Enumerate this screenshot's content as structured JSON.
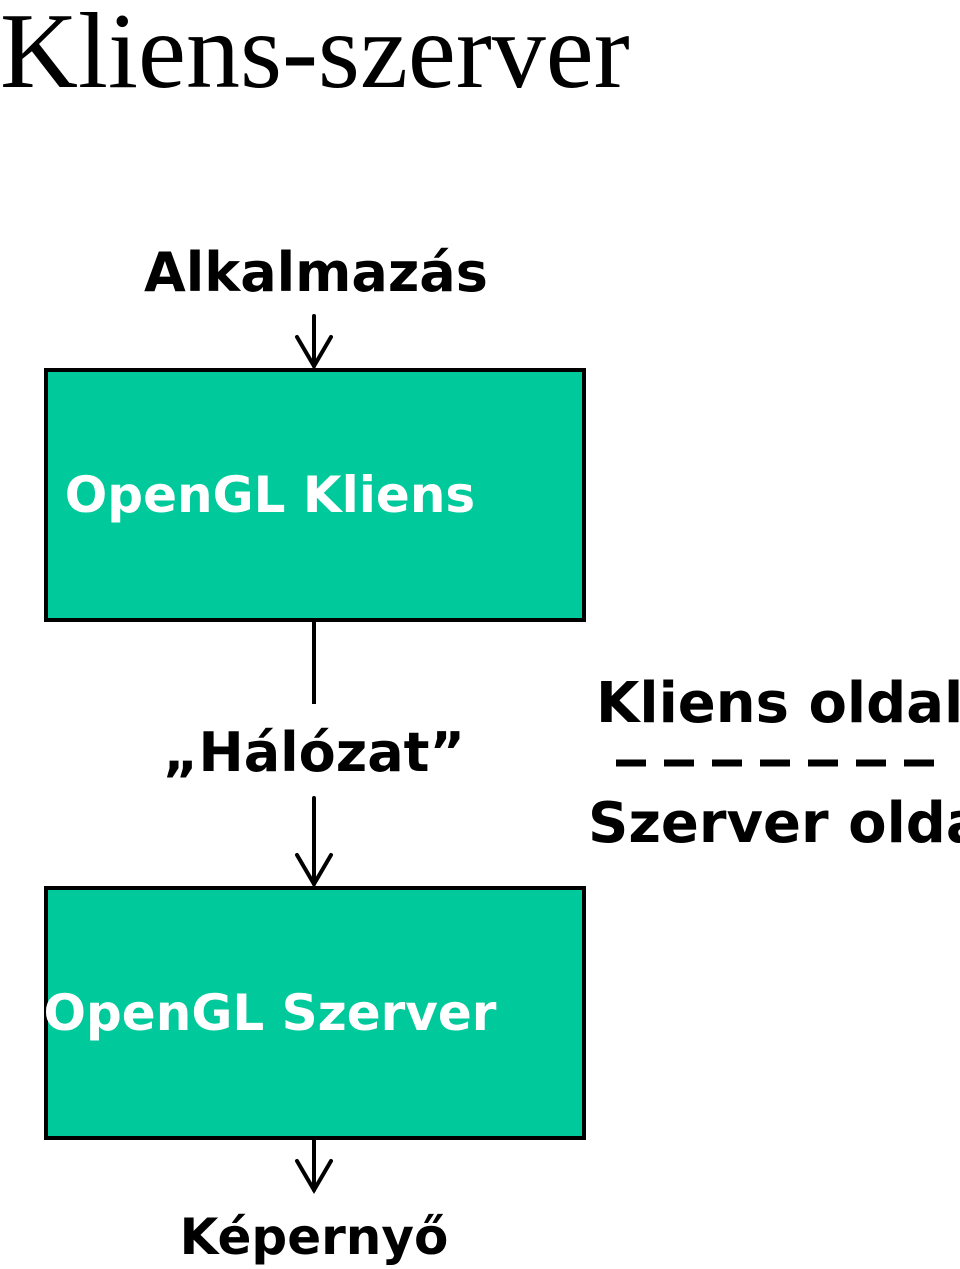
{
  "title": "Kliens-szerver",
  "diagram": {
    "input_label": "Alkalmazás",
    "client_box": "OpenGL Kliens",
    "network_label": "„Hálózat”",
    "server_box": "OpenGL Szerver",
    "output_label": "Képernyő",
    "client_side_label": "Kliens oldal",
    "server_side_label": "Szerver oldal"
  },
  "colors": {
    "box_fill": "#00c99b",
    "box_text": "#ffffff",
    "stroke": "#000000"
  }
}
